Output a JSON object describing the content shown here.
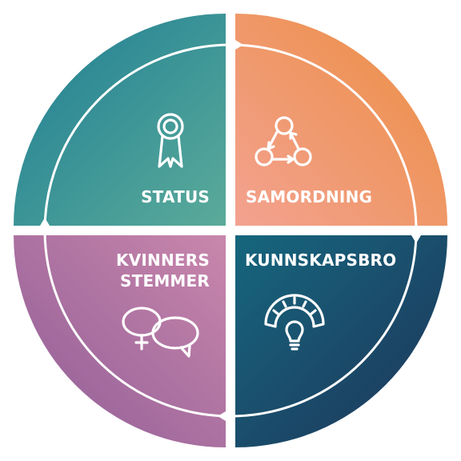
{
  "diagram": {
    "quadrants": [
      {
        "id": "status",
        "label_lines": [
          "STATUS"
        ],
        "icon": "award-ribbon-icon",
        "colors": [
          "#1d7d93",
          "#5bab9a"
        ]
      },
      {
        "id": "samordning",
        "label_lines": [
          "SAMORDNING"
        ],
        "icon": "cycle-arrows-icon",
        "colors": [
          "#f3a291",
          "#ec8d3f"
        ]
      },
      {
        "id": "kvinners-stemmer",
        "label_lines": [
          "KVINNERS",
          "STEMMER"
        ],
        "icon": "female-speech-bubbles-icon",
        "colors": [
          "#8e5c96",
          "#c987ac"
        ]
      },
      {
        "id": "kunnskapsbro",
        "label_lines": [
          "KUNNSKAPSBRO"
        ],
        "icon": "bright-lightbulb-icon",
        "colors": [
          "#16667e",
          "#1e3458"
        ]
      }
    ],
    "ring_color": "#ffffff"
  }
}
